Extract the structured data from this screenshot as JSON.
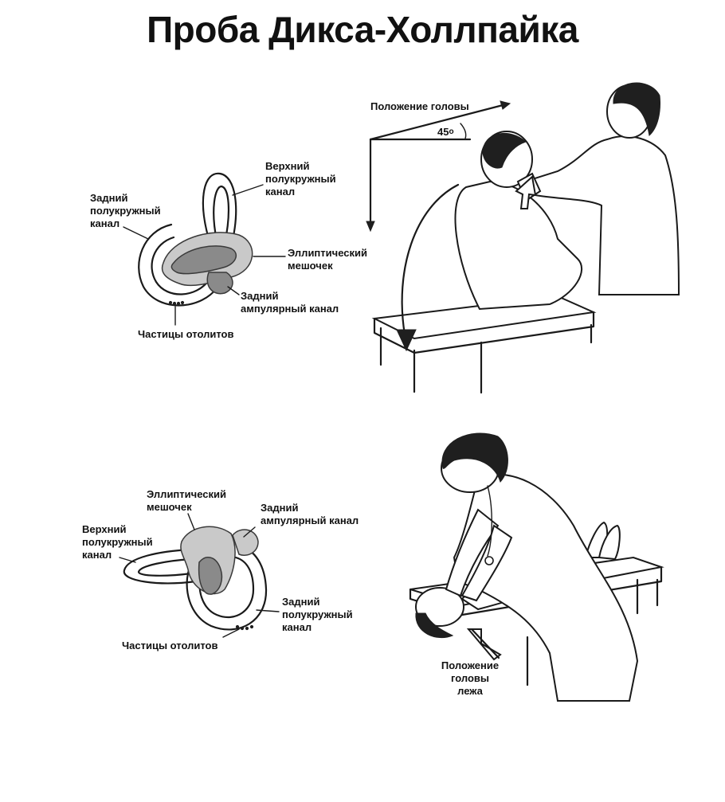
{
  "title": "Проба Дикса-Холлпайка",
  "top_panel": {
    "labels": {
      "upper_canal": "Верхний\nполукружный\nканал",
      "posterior_canal": "Задний\nполукружный\nканал",
      "utricle": "Эллиптический\nмешочек",
      "posterior_ampulla": "Задний\nампулярный канал",
      "otoliths": "Частицы отолитов",
      "head_position": "Положение головы",
      "angle": "45"
    }
  },
  "bottom_panel": {
    "labels": {
      "utricle": "Эллиптический\nмешочек",
      "posterior_ampulla": "Задний\nампулярный канал",
      "upper_canal": "Верхний\nполукружный\nканал",
      "posterior_canal": "Задний\nполукружный\nканал",
      "otoliths": "Частицы отолитов",
      "head_position_lying": "Положение\nголовы\nлежа"
    }
  }
}
